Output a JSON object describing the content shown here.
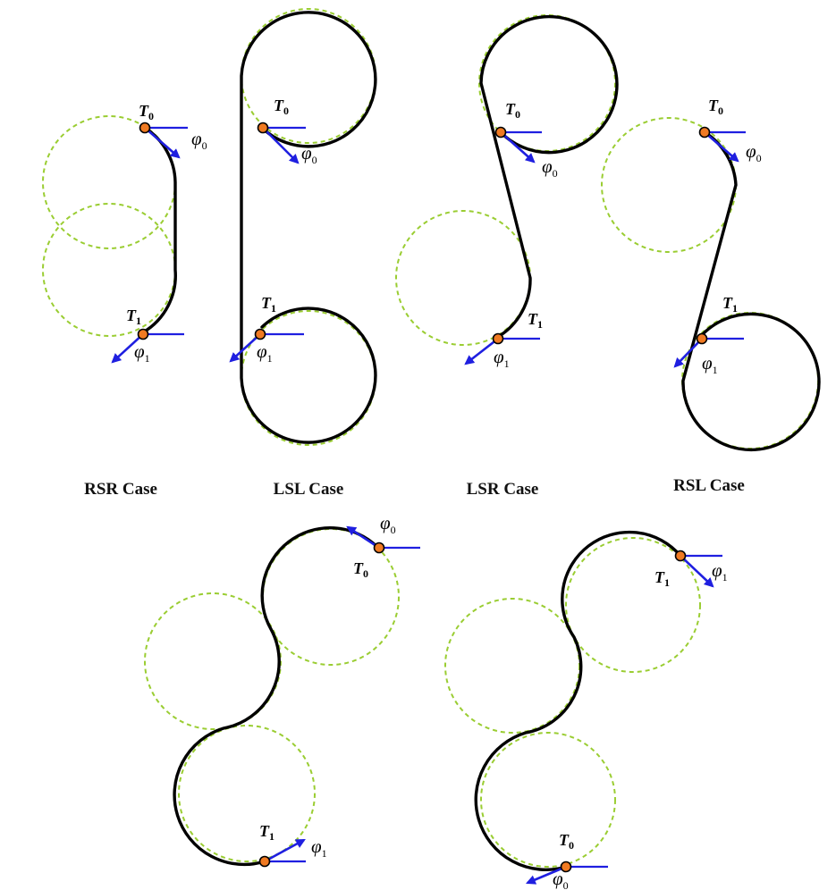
{
  "figure": {
    "case_labels": {
      "rsr": "RSR Case",
      "lsl": "LSL Case",
      "lsr": "LSR Case",
      "rsl": "RSL Case"
    },
    "waypoints": {
      "start": {
        "base": "T",
        "sub": "0"
      },
      "end": {
        "base": "T",
        "sub": "1"
      }
    },
    "headings": {
      "start": {
        "base": "φ",
        "sub": "0"
      },
      "end": {
        "base": "φ",
        "sub": "1"
      }
    },
    "colors": {
      "path": "#000000",
      "turning_circle": "#9acd32",
      "heading_vector": "#1f1fe0",
      "waypoint_marker": "#f07a22"
    }
  }
}
